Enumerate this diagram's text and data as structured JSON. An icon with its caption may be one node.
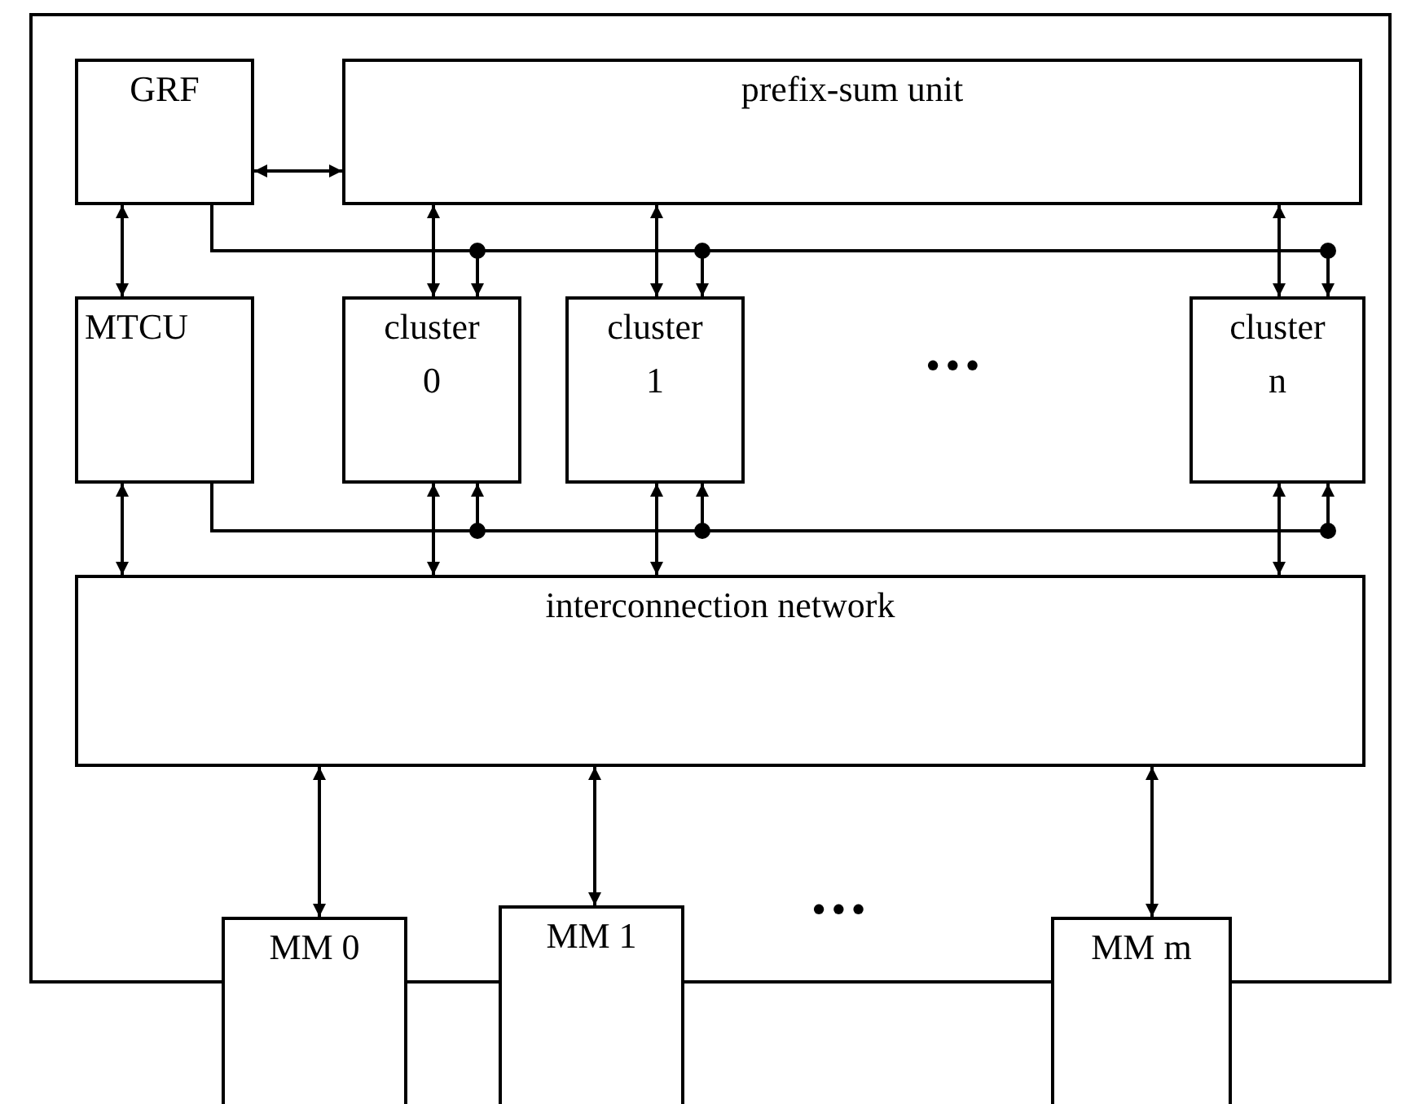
{
  "diagram": {
    "nodes": [
      {
        "text": [],
        "shape": "box"
      },
      {
        "text": [
          "GRF"
        ],
        "in": 0
      },
      {
        "text": [
          "prefix-sum unit"
        ],
        "in": 0
      },
      {
        "text": [
          "MTCU"
        ],
        "in": 0
      },
      {
        "text": [
          "cluster 0"
        ],
        "in": 0
      },
      {
        "text": [
          "cluster 1"
        ],
        "in": 0
      },
      {
        "text": [
          "cluster n"
        ],
        "in": 0
      },
      {
        "text": [
          "interconnection network"
        ],
        "in": 0
      },
      {
        "text": [
          "MM 0"
        ]
      },
      {
        "text": [
          "MM 1"
        ]
      },
      {
        "text": [
          "MM m"
        ]
      }
    ],
    "edges": [
      {
        "from": 1,
        "to": 2,
        "arrow": "both"
      },
      {
        "from": 1,
        "to": 3,
        "arrow": "both"
      },
      {
        "from": 2,
        "to": 4,
        "arrow": "both"
      },
      {
        "from": 2,
        "to": 5,
        "arrow": "both"
      },
      {
        "from": 2,
        "to": 6,
        "arrow": "both"
      },
      {
        "from": 1,
        "to": 4,
        "arrow": "to"
      },
      {
        "from": 1,
        "to": 5,
        "arrow": "to"
      },
      {
        "from": 1,
        "to": 6,
        "arrow": "to"
      },
      {
        "from": 3,
        "to": 7,
        "arrow": "both"
      },
      {
        "from": 4,
        "to": 7,
        "arrow": "both"
      },
      {
        "from": 5,
        "to": 7,
        "arrow": "both"
      },
      {
        "from": 6,
        "to": 7,
        "arrow": "both"
      },
      {
        "from": 3,
        "to": 4,
        "arrow": "to"
      },
      {
        "from": 3,
        "to": 5,
        "arrow": "to"
      },
      {
        "from": 3,
        "to": 6,
        "arrow": "to"
      },
      {
        "from": 7,
        "to": 8,
        "arrow": "both"
      },
      {
        "from": 7,
        "to": 9,
        "arrow": "both"
      },
      {
        "from": 7,
        "to": 10,
        "arrow": "both"
      }
    ],
    "labels": [
      "•••",
      "•••"
    ]
  }
}
